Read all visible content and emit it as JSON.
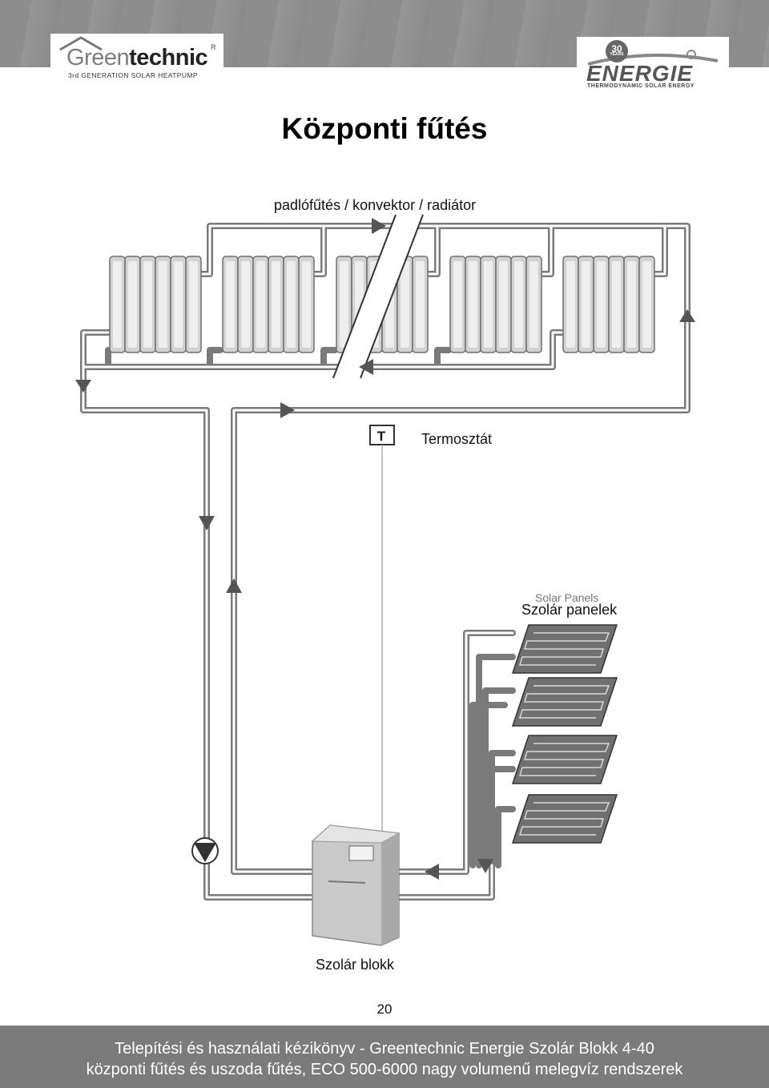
{
  "header": {
    "logo_left": {
      "brand_light": "Green",
      "brand_bold": "technic",
      "registered": "R",
      "tagline": "3rd GENERATION SOLAR HEATPUMP"
    },
    "logo_right": {
      "badge_number": "30",
      "badge_text": "YEARS",
      "wordmark": "ENERGIE",
      "subtitle": "THERMODYNAMIC SOLAR ENERGY"
    }
  },
  "title": "Központi fűtés",
  "labels": {
    "radiators": "padlófűtés / konvektor / radiátor",
    "thermostat": "Termosztát",
    "thermostat_symbol": "T",
    "solar_panels_en": "Solar Panels",
    "solar_panels_hu": "Szolár panelek",
    "unit": "Szolár blokk"
  },
  "page_number": "20",
  "footer": {
    "line1": "Telepítési és használati kézikönyv - Greentechnic Energie Szolár Blokk 4-40",
    "line2": "központi fűtés és uszoda fűtés, ECO 500-6000 nagy volumenű melegvíz rendszerek"
  },
  "colors": {
    "pipe": "#7a7a7a",
    "pipe_light": "#ffffff",
    "radiator": "#cfcfcf",
    "panel": "#6e6e6e",
    "footer_bg": "#7b7b7b"
  }
}
